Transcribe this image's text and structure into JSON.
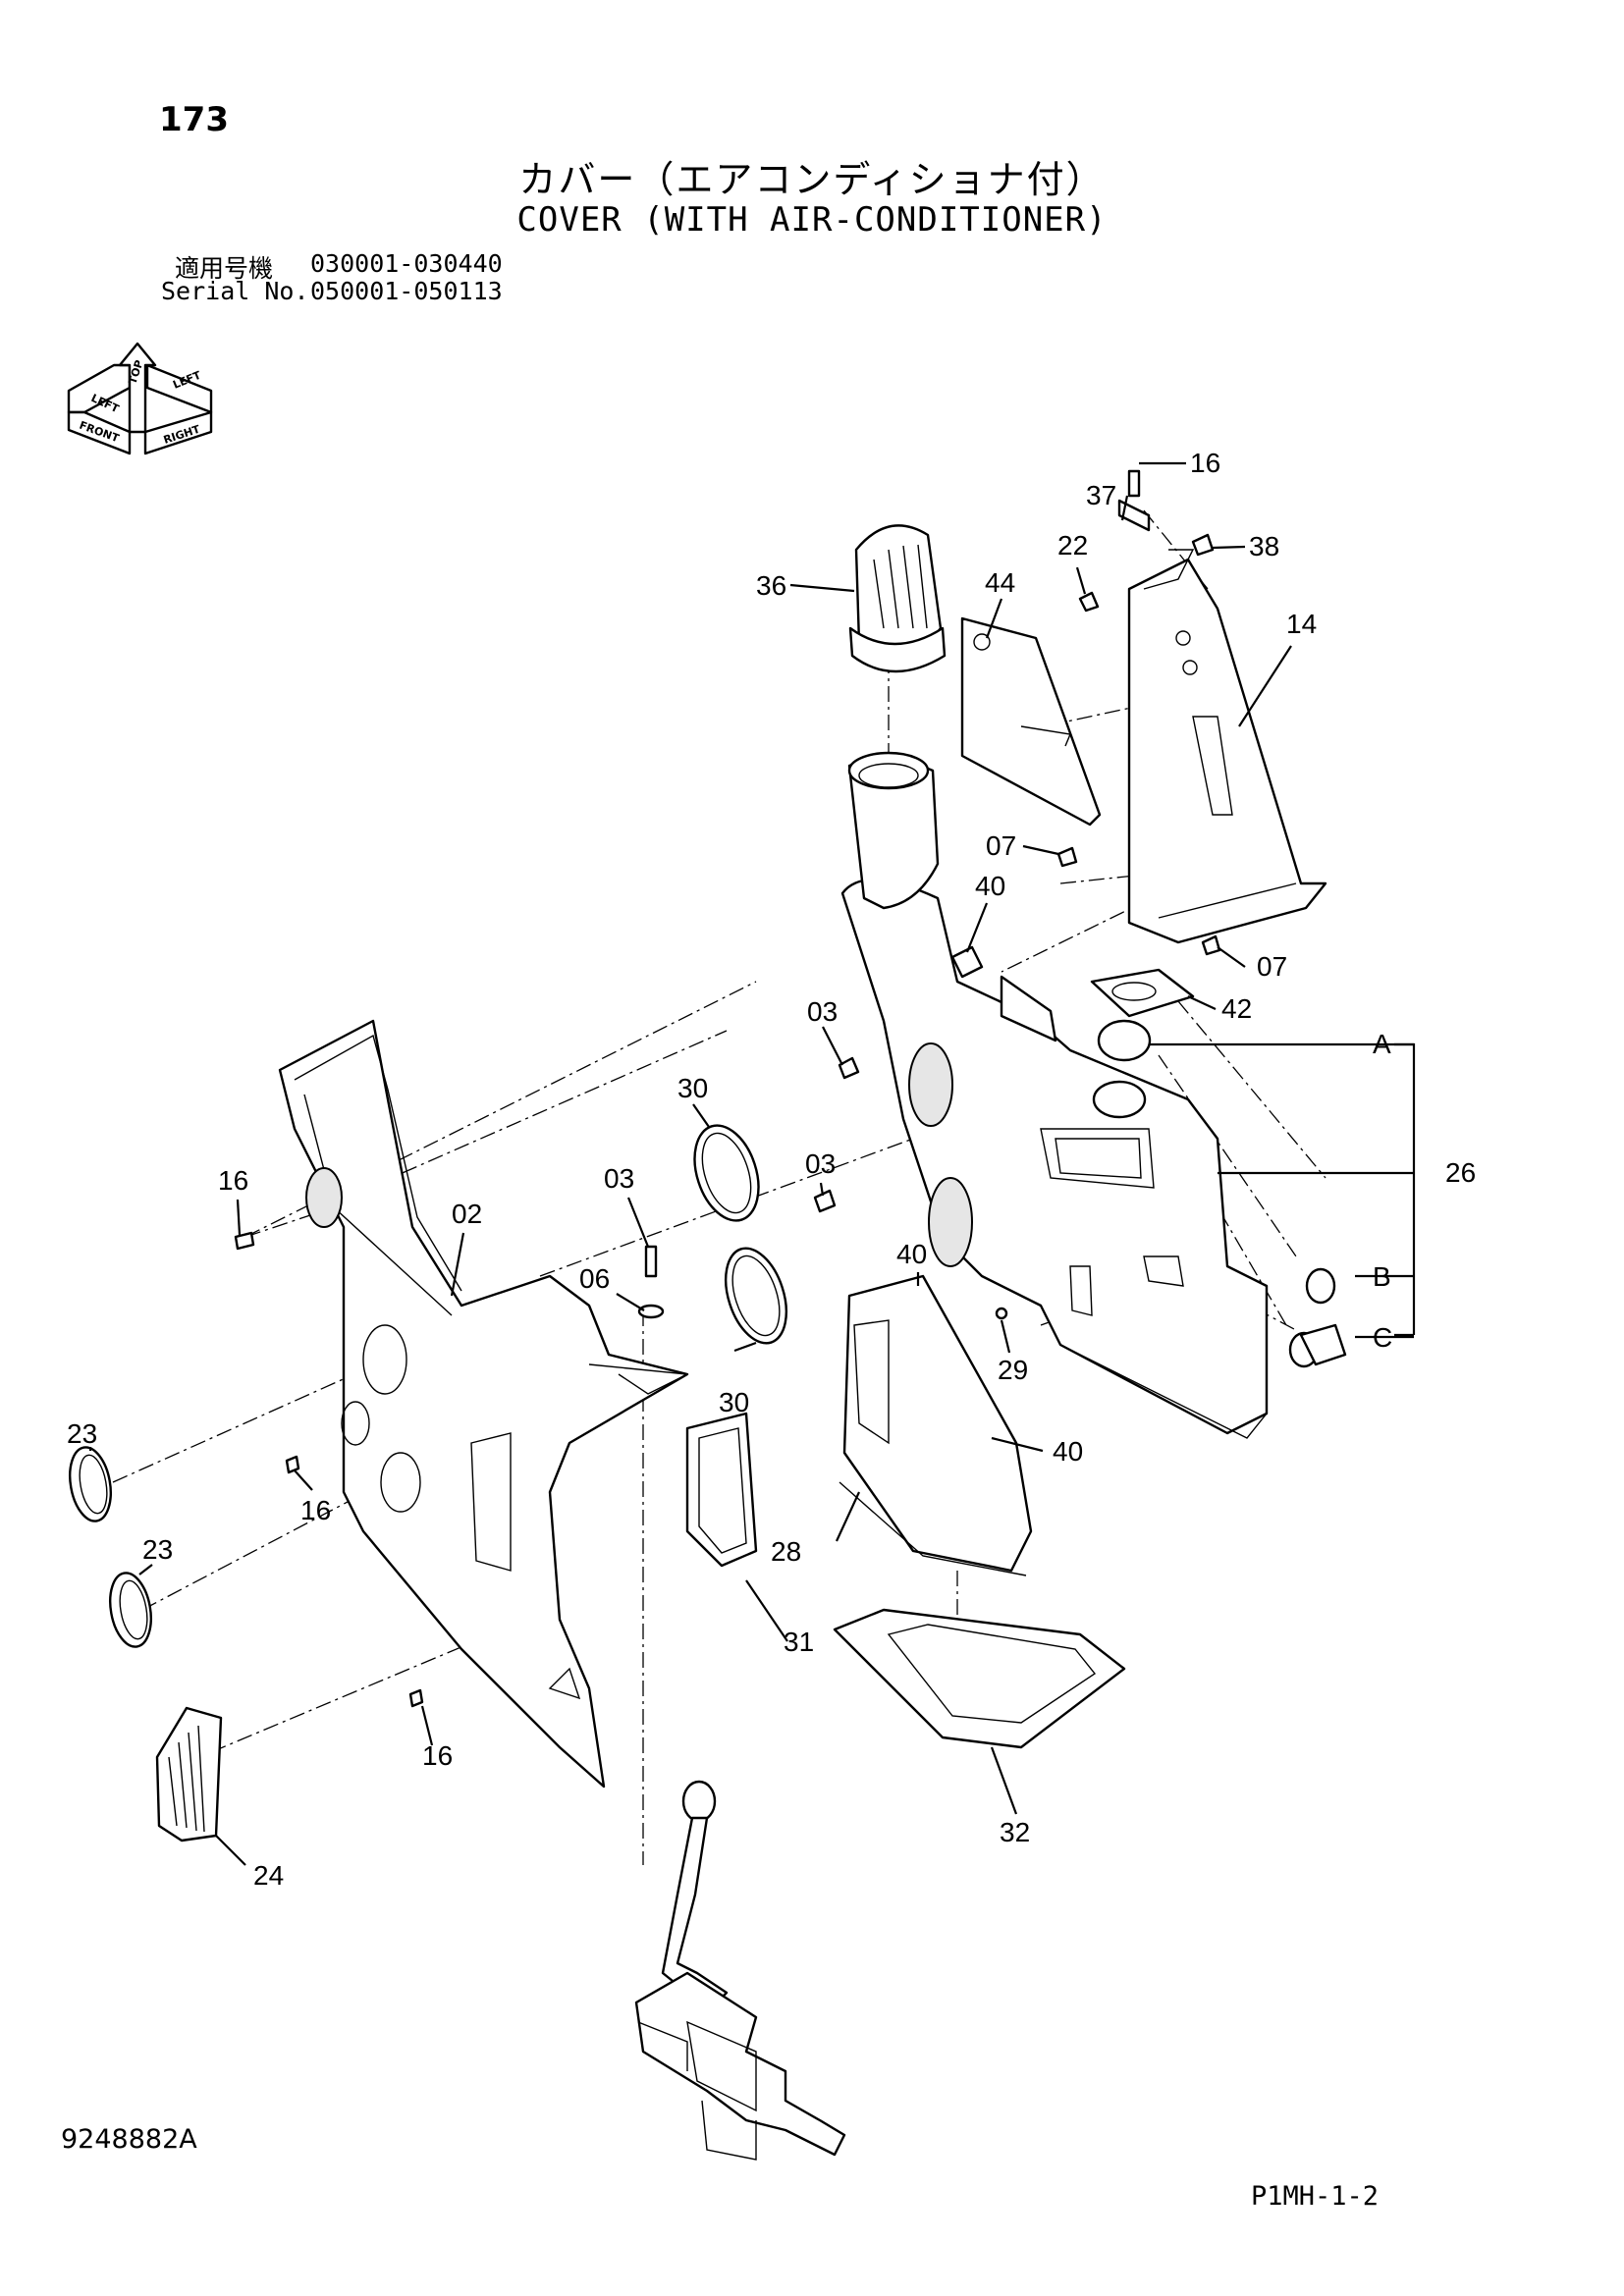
{
  "page_number": "173",
  "title_jp": "カバー（エアコンディショナ付）",
  "title_en": "COVER (WITH AIR-CONDITIONER)",
  "serial": {
    "jp_label": "適用号機",
    "jp_range": "030001-030440",
    "en_label": "Serial No.",
    "en_range": "050001-050113"
  },
  "orientation": {
    "top": "TOP",
    "front": "FRONT",
    "right": "RIGHT",
    "back_left": "LEFT",
    "back_right": "LEFT"
  },
  "callouts": {
    "p16a": "16",
    "p37": "37",
    "p38": "38",
    "p22": "22",
    "p36": "36",
    "p44": "44",
    "p14": "14",
    "p07a": "07",
    "p40a": "40",
    "p07b": "07",
    "p42": "42",
    "p03a": "03",
    "pA": "A",
    "p30a": "30",
    "p03b": "03",
    "p03c": "03",
    "p26": "26",
    "p16b": "16",
    "p02": "02",
    "p06": "06",
    "p40b": "40",
    "pB": "B",
    "pC": "C",
    "p29": "29",
    "p30b": "30",
    "p23a": "23",
    "p40c": "40",
    "p16c": "16",
    "p23b": "23",
    "p28": "28",
    "p31": "31",
    "p16d": "16",
    "p24": "24",
    "p32": "32"
  },
  "doc_id": "9248882A",
  "page_code": "P1MH-1-2"
}
